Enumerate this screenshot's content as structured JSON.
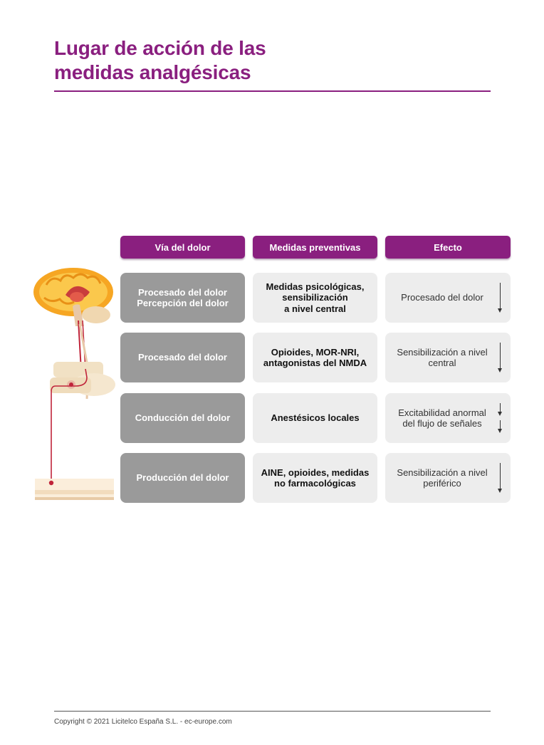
{
  "title": {
    "line1": "Lugar de acción de las",
    "line2": "medidas analgésicas"
  },
  "table": {
    "headers": [
      "Vía del dolor",
      "Medidas preventivas",
      "Efecto"
    ],
    "rows": [
      {
        "via": [
          "Procesado del dolor",
          "Percepción del dolor"
        ],
        "medidas": [
          "Medidas psicológicas,",
          "sensibilización",
          "a nivel central"
        ],
        "efecto": [
          "Procesado del dolor"
        ]
      },
      {
        "via": [
          "Procesado del dolor"
        ],
        "medidas": [
          "Opioides, MOR-NRI,",
          "antagonistas del NMDA"
        ],
        "efecto": [
          "Sensibilización a nivel",
          "central"
        ]
      },
      {
        "via": [
          "Conducción del dolor"
        ],
        "medidas": [
          "Anestésicos locales"
        ],
        "efecto": [
          "Excitabilidad anormal",
          "del flujo de señales"
        ]
      },
      {
        "via": [
          "Producción del dolor"
        ],
        "medidas": [
          "AINE, opioides, medidas",
          "no farmacológicas"
        ],
        "efecto": [
          "Sensibilización a nivel",
          "periférico"
        ]
      }
    ]
  },
  "footer": "Copyright © 2021 Licitelco España S.L. - ec-europe.com",
  "colors": {
    "accent": "#8a1f7f",
    "via_cell": "#9a9a9a",
    "light_cell": "#ededed",
    "pathway": "#c0243a"
  },
  "illustration": {
    "icons": [
      "brain-icon",
      "spine-vertebra-icon",
      "skin-icon",
      "pain-pathway-line"
    ]
  }
}
